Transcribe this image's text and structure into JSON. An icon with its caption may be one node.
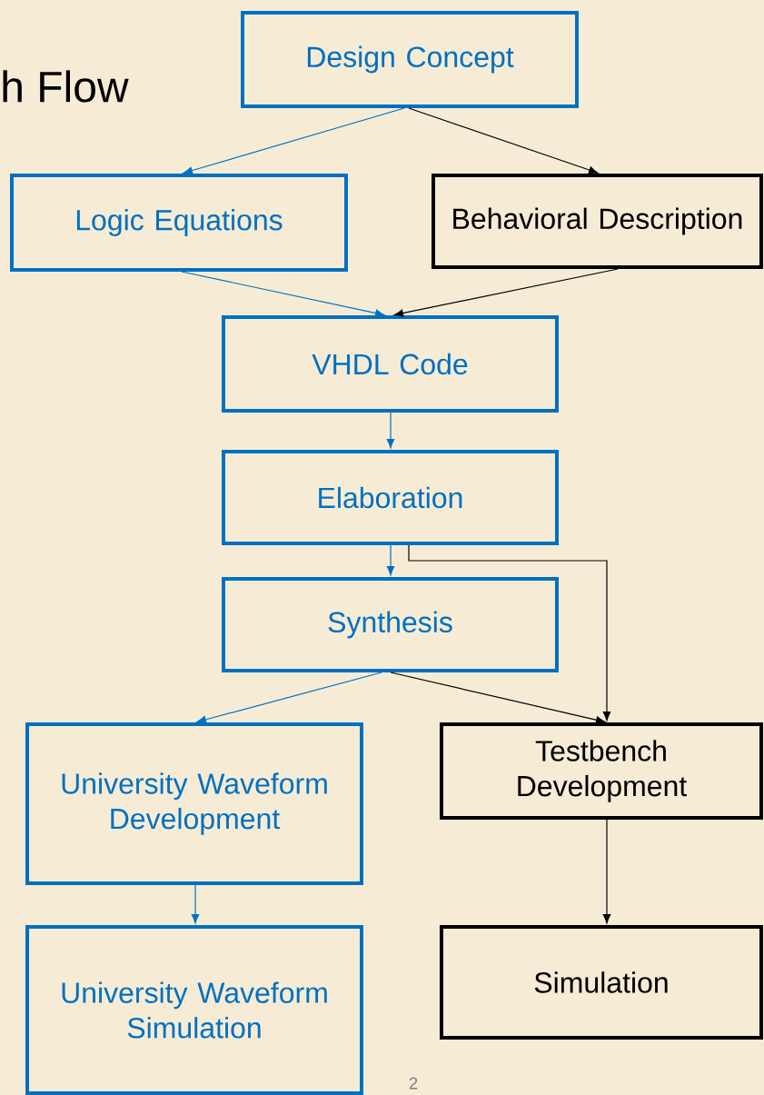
{
  "diagram": {
    "title": "h Flow",
    "nodes": [
      {
        "text": [
          "Design Concept"
        ]
      },
      {
        "text": [
          "Logic Equations"
        ]
      },
      {
        "text": [
          "Behavioral Description"
        ]
      },
      {
        "text": [
          "VHDL Code"
        ]
      },
      {
        "text": [
          "Elaboration"
        ]
      },
      {
        "text": [
          "Synthesis"
        ]
      },
      {
        "text": [
          "University Waveform Development"
        ]
      },
      {
        "text": [
          "Testbench Development"
        ]
      },
      {
        "text": [
          "University Waveform Simulation"
        ]
      },
      {
        "text": [
          "Simulation"
        ]
      }
    ],
    "edges": [
      {
        "from": 0,
        "to": 1,
        "arrow": "to"
      },
      {
        "from": 0,
        "to": 2,
        "arrow": "to",
        "color": "#000000"
      },
      {
        "from": 1,
        "to": 3,
        "arrow": "to"
      },
      {
        "from": 2,
        "to": 3,
        "arrow": "to",
        "color": "#000000"
      },
      {
        "from": 3,
        "to": 4,
        "arrow": "to"
      },
      {
        "from": 4,
        "to": 5,
        "arrow": "to"
      },
      {
        "from": 4,
        "to": 7,
        "arrow": "to",
        "color": "#000000"
      },
      {
        "from": 5,
        "to": 6,
        "arrow": "to"
      },
      {
        "from": 5,
        "to": 7,
        "arrow": "to",
        "color": "#000000"
      },
      {
        "from": 6,
        "to": 8,
        "arrow": "to"
      },
      {
        "from": 7,
        "to": 9,
        "arrow": "to",
        "color": "#000000"
      }
    ],
    "labels": [
      "2"
    ]
  }
}
